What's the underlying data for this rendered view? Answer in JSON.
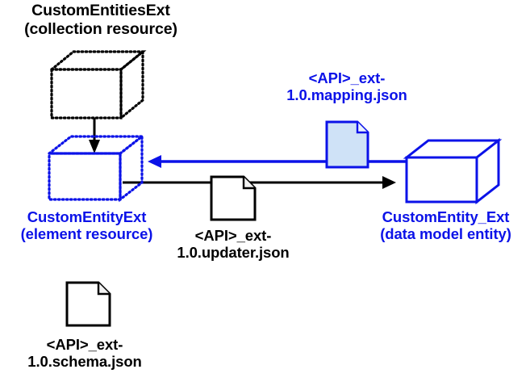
{
  "diagram": {
    "title": "CustomEntitiesExt resource and data model mapping diagram",
    "colors": {
      "black": "#000000",
      "blue": "#0b12e8",
      "doc_fill_blue": "#cfe2f7",
      "background": "#ffffff"
    },
    "nodes": [
      {
        "id": "collection-resource",
        "shape": "cube",
        "style": "dotted",
        "color": "#000000",
        "label_line1": "CustomEntitiesExt",
        "label_line2": "(collection resource)"
      },
      {
        "id": "element-resource",
        "shape": "cube",
        "style": "dotted",
        "color": "#0b12e8",
        "label_line1": "CustomEntityExt",
        "label_line2": "(element resource)"
      },
      {
        "id": "data-model-entity",
        "shape": "cube",
        "style": "solid",
        "color": "#0b12e8",
        "label_line1": "CustomEntity_Ext",
        "label_line2": "(data model entity)"
      },
      {
        "id": "mapping-file",
        "shape": "document",
        "style": "filled",
        "color": "#0b12e8",
        "label_line1": "<API>_ext-",
        "label_line2": "1.0.mapping.json"
      },
      {
        "id": "updater-file",
        "shape": "document",
        "style": "outline",
        "color": "#000000",
        "label_line1": "<API>_ext-",
        "label_line2": "1.0.updater.json"
      },
      {
        "id": "schema-file",
        "shape": "document",
        "style": "outline",
        "color": "#000000",
        "label_line1": "<API>_ext-",
        "label_line2": "1.0.schema.json"
      }
    ],
    "edges": [
      {
        "id": "collection-to-element",
        "from": "collection-resource",
        "to": "element-resource",
        "color": "#000000",
        "direction": "down"
      },
      {
        "id": "datamodel-to-element",
        "from": "data-model-entity",
        "to": "element-resource",
        "color": "#0b12e8",
        "direction": "left",
        "via": "mapping-file"
      },
      {
        "id": "element-to-datamodel",
        "from": "element-resource",
        "to": "data-model-entity",
        "color": "#000000",
        "direction": "right",
        "via": "updater-file"
      }
    ]
  }
}
